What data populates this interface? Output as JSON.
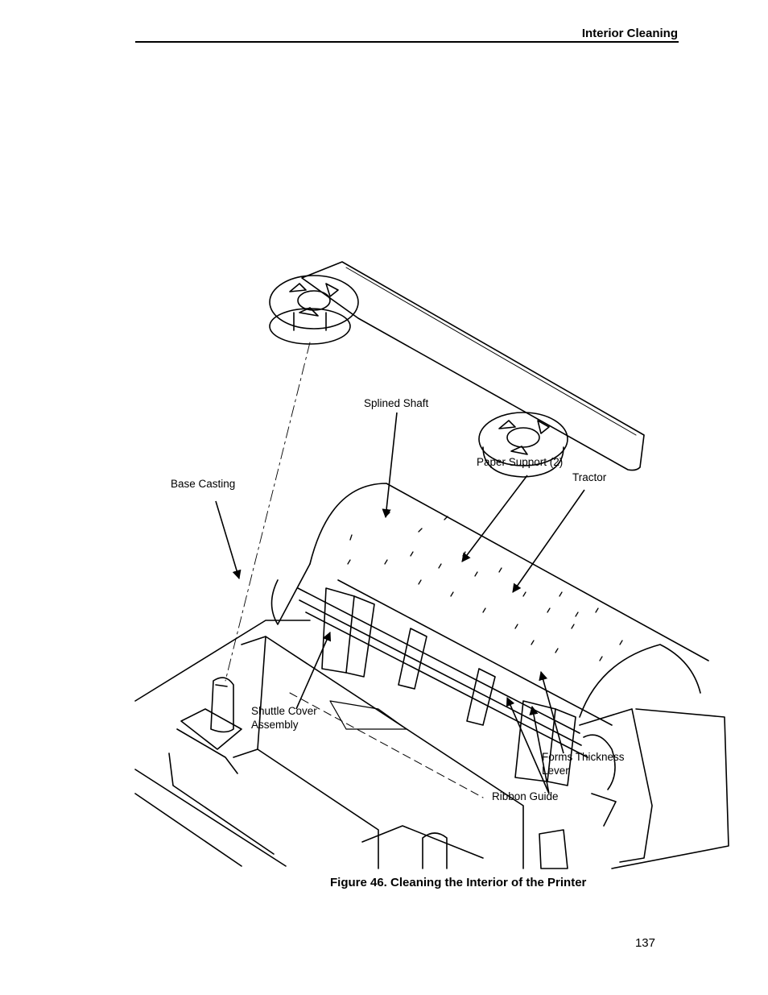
{
  "header": {
    "title": "Interior Cleaning"
  },
  "figure": {
    "callouts": {
      "splined_shaft": "Splined Shaft",
      "paper_support": "Paper Support (2)",
      "tractor": "Tractor",
      "base_casting": "Base Casting",
      "shuttle_cover_1": "Shuttle Cover",
      "shuttle_cover_2": "Assembly",
      "forms_thickness_1": "Forms Thickness",
      "forms_thickness_2": "Lever",
      "ribbon_guide": "Ribbon Guide"
    },
    "caption": "Figure 46. Cleaning the Interior of the Printer"
  },
  "footer": {
    "page_number": "137"
  }
}
